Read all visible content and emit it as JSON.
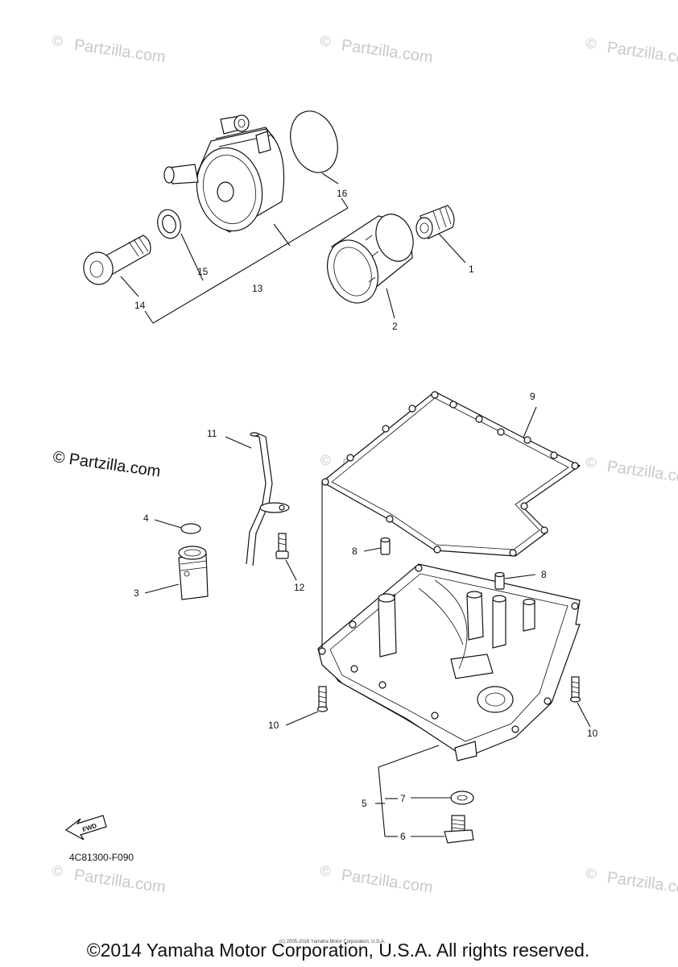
{
  "watermark_text": "Partzilla.com",
  "watermark_prominent": "© Partzilla.com",
  "callouts": {
    "n1": "1",
    "n2": "2",
    "n3": "3",
    "n4": "4",
    "n5": "5",
    "n6": "6",
    "n7": "7",
    "n8a": "8",
    "n8b": "8",
    "n9": "9",
    "n10a": "10",
    "n10b": "10",
    "n11": "11",
    "n12": "12",
    "n13": "13",
    "n14": "14",
    "n15": "15",
    "n16": "16"
  },
  "fwd_label": "FWD",
  "diagram_code": "4C81300-F090",
  "small_copyright": "(c) 2005-2016 Yamaha Motor Corporation, U.S.A.",
  "copyright": "©2014 Yamaha Motor Corporation, U.S.A. All rights reserved."
}
